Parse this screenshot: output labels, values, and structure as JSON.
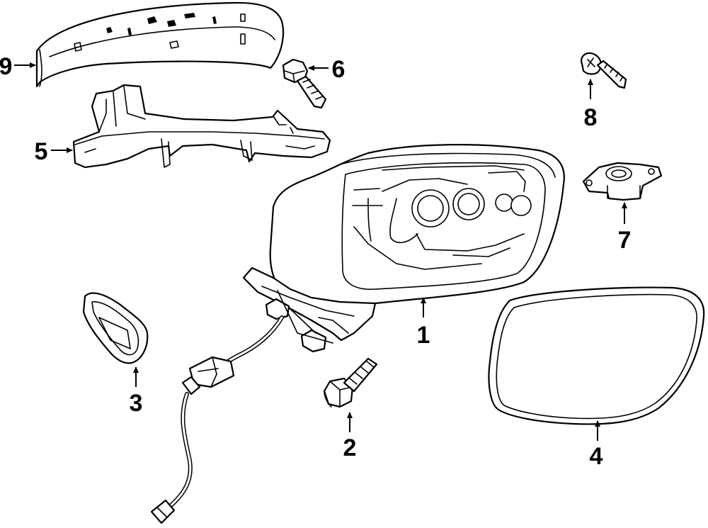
{
  "callouts": [
    {
      "id": "1",
      "text": "1"
    },
    {
      "id": "2",
      "text": "2"
    },
    {
      "id": "3",
      "text": "3"
    },
    {
      "id": "4",
      "text": "4"
    },
    {
      "id": "5",
      "text": "5"
    },
    {
      "id": "6",
      "text": "6"
    },
    {
      "id": "7",
      "text": "7"
    },
    {
      "id": "8",
      "text": "8"
    },
    {
      "id": "9",
      "text": "9"
    }
  ],
  "parts": [
    {
      "callout": "1",
      "icon": "mirror-housing-assembly-icon"
    },
    {
      "callout": "2",
      "icon": "mounting-bolt-icon"
    },
    {
      "callout": "3",
      "icon": "gasket-seal-icon"
    },
    {
      "callout": "4",
      "icon": "mirror-glass-icon"
    },
    {
      "callout": "5",
      "icon": "bracket-frame-icon"
    },
    {
      "callout": "6",
      "icon": "bolt-icon"
    },
    {
      "callout": "7",
      "icon": "turn-signal-lamp-icon"
    },
    {
      "callout": "8",
      "icon": "screw-icon"
    },
    {
      "callout": "9",
      "icon": "mirror-cover-cap-icon"
    }
  ],
  "colors": {
    "line": "#000000",
    "background": "#ffffff"
  }
}
